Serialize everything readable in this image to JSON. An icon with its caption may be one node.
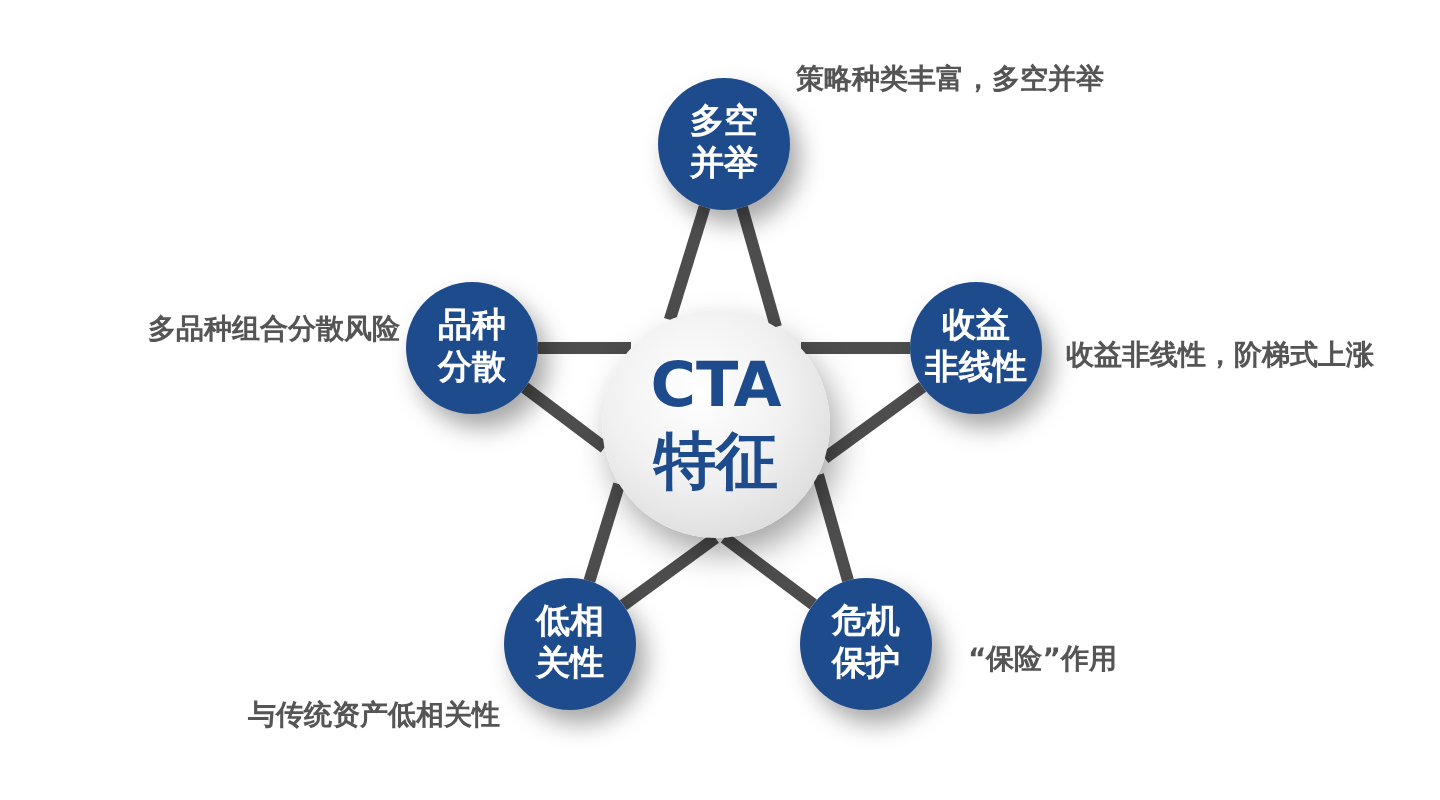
{
  "diagram": {
    "nodes": [
      {
        "text": [
          "CTA特征"
        ]
      },
      {
        "text": [
          "多空并举"
        ],
        "beside": [
          "策略种类丰富，多空并举"
        ]
      },
      {
        "text": [
          "收益非线性"
        ],
        "beside": [
          "收益非线性，阶梯式上涨"
        ]
      },
      {
        "text": [
          "危机保护"
        ],
        "beside": [
          "“保险”作用"
        ]
      },
      {
        "text": [
          "低相关性"
        ],
        "beside": [
          "与传统资产低相关性"
        ]
      },
      {
        "text": [
          "品种分散"
        ],
        "beside": [
          "多品种组合分散风险"
        ]
      }
    ],
    "edges": [
      {
        "from": 1,
        "to": 0,
        "arrow": "none"
      },
      {
        "from": 1,
        "to": 0,
        "arrow": "none"
      },
      {
        "from": 2,
        "to": 0,
        "arrow": "none"
      },
      {
        "from": 2,
        "to": 0,
        "arrow": "none"
      },
      {
        "from": 3,
        "to": 0,
        "arrow": "none"
      },
      {
        "from": 3,
        "to": 0,
        "arrow": "none"
      },
      {
        "from": 4,
        "to": 0,
        "arrow": "none"
      },
      {
        "from": 4,
        "to": 0,
        "arrow": "none"
      },
      {
        "from": 5,
        "to": 0,
        "arrow": "none"
      },
      {
        "from": 5,
        "to": 0,
        "arrow": "none"
      }
    ]
  }
}
